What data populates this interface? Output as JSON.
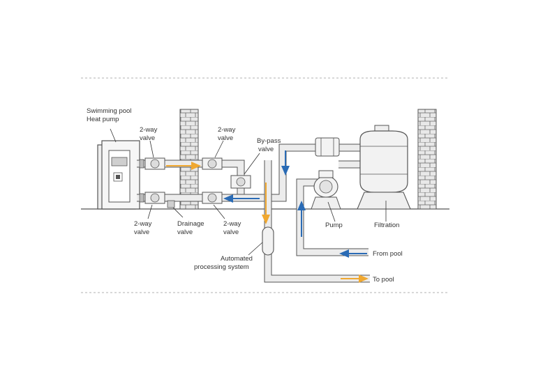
{
  "labels": {
    "heat_pump_line1": "Swimming pool",
    "heat_pump_line2": "Heat pump",
    "valve_top_left_line1": "2-way",
    "valve_top_left_line2": "valve",
    "valve_top_right_line1": "2-way",
    "valve_top_right_line2": "valve",
    "bypass_line1": "By-pass",
    "bypass_line2": "valve",
    "valve_bottom_left_line1": "2-way",
    "valve_bottom_left_line2": "valve",
    "drainage_line1": "Drainage",
    "drainage_line2": "valve",
    "valve_bottom_right_line1": "2-way",
    "valve_bottom_right_line2": "valve",
    "automated_line1": "Automated",
    "automated_line2": "processing system",
    "pump": "Pump",
    "filtration": "Filtration",
    "from_pool": "From pool",
    "to_pool": "To pool"
  },
  "colors": {
    "hot_flow": "#f0a830",
    "cold_flow": "#2a6bb5",
    "line": "#555555",
    "pipe_fill": "#ececec",
    "brick": "#e4e4e4",
    "divider": "#b0b0b0"
  }
}
